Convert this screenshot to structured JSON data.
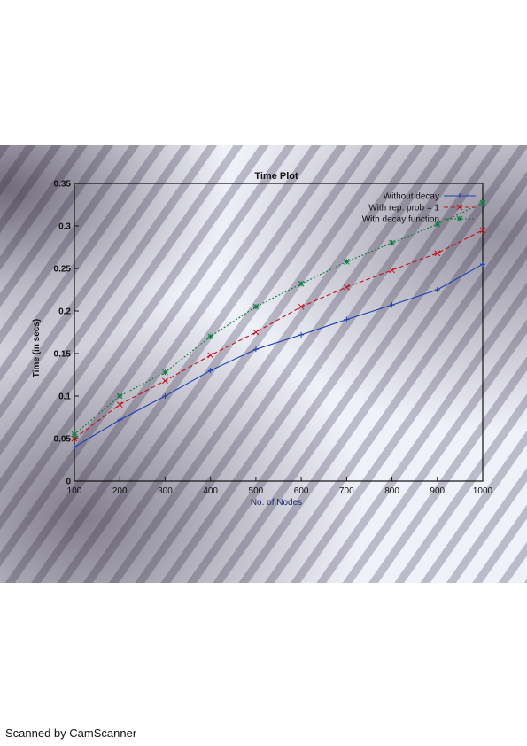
{
  "footer": {
    "text": "Scanned by CamScanner"
  },
  "chart_data": {
    "type": "line",
    "title": "Time Plot",
    "xlabel": "No. of Nodes",
    "ylabel": "Time (in secs)",
    "xlim": [
      100,
      1000
    ],
    "ylim": [
      0,
      0.35
    ],
    "xticks": [
      "100",
      "200",
      "300",
      "400",
      "500",
      "600",
      "700",
      "800",
      "900",
      "1000"
    ],
    "yticks": [
      "0",
      "0.05",
      "0.1",
      "0.15",
      "0.2",
      "0.25",
      "0.3",
      "0.35"
    ],
    "legend_position": "top-right",
    "series": [
      {
        "name": "Without decay",
        "color": "#1a3fb0",
        "marker": "+",
        "dash": "solid",
        "x": [
          100,
          200,
          300,
          400,
          500,
          600,
          700,
          800,
          900,
          1000
        ],
        "y": [
          0.04,
          0.072,
          0.1,
          0.13,
          0.155,
          0.172,
          0.19,
          0.207,
          0.225,
          0.255
        ]
      },
      {
        "name": "With rep. prob = 1",
        "color": "#c0101c",
        "marker": "x",
        "dash": "dashed",
        "x": [
          100,
          200,
          300,
          400,
          500,
          600,
          700,
          800,
          900,
          1000
        ],
        "y": [
          0.05,
          0.09,
          0.118,
          0.148,
          0.175,
          0.205,
          0.228,
          0.248,
          0.268,
          0.295
        ]
      },
      {
        "name": "With decay function",
        "color": "#0b7a3a",
        "marker": "*",
        "dash": "dotted",
        "x": [
          100,
          200,
          300,
          400,
          500,
          600,
          700,
          800,
          900,
          1000
        ],
        "y": [
          0.055,
          0.1,
          0.128,
          0.17,
          0.205,
          0.232,
          0.258,
          0.28,
          0.302,
          0.327
        ]
      }
    ]
  }
}
